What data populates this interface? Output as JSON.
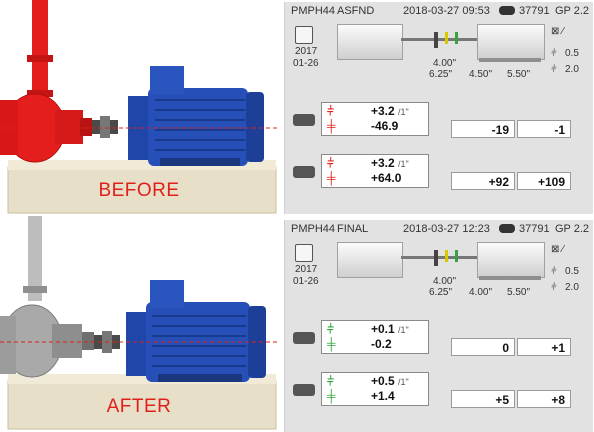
{
  "before": {
    "label": "BEFORE",
    "panel": {
      "machine": "PMPH44",
      "measurement": "ASFND",
      "datetime": "2018-03-27 09:53",
      "device": "37791",
      "gp": "GP 2.2",
      "year": "2017",
      "monthday": "01-26",
      "tol1": "0.5",
      "tol2": "2.0",
      "dims": [
        "4.00\"",
        "6.25\"",
        "4.50\"",
        "5.50\""
      ],
      "vertical": {
        "angular": "+3.2",
        "per": "/1\"",
        "offset": "-46.9",
        "foot1": "-19",
        "foot2": "-1"
      },
      "horizontal": {
        "angular": "+3.2",
        "per": "/1\"",
        "offset": "+64.0",
        "foot1": "+92",
        "foot2": "+109"
      }
    }
  },
  "after": {
    "label": "AFTER",
    "panel": {
      "machine": "PMPH44",
      "measurement": "FINAL",
      "datetime": "2018-03-27 12:23",
      "device": "37791",
      "gp": "GP 2.2",
      "year": "2017",
      "monthday": "01-26",
      "tol1": "0.5",
      "tol2": "2.0",
      "dims": [
        "4.00\"",
        "6.25\"",
        "4.00\"",
        "5.50\""
      ],
      "vertical": {
        "angular": "+0.1",
        "per": "/1\"",
        "offset": "-0.2",
        "foot1": "0",
        "foot2": "+1"
      },
      "horizontal": {
        "angular": "+0.5",
        "per": "/1\"",
        "offset": "+1.4",
        "foot1": "+5",
        "foot2": "+8"
      }
    }
  },
  "colors": {
    "status_bad": "#e0201b",
    "status_good": "#2fa53a",
    "motor_blue": "#1f46a8"
  }
}
